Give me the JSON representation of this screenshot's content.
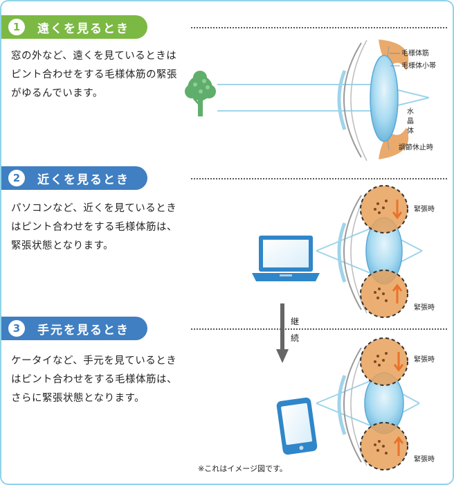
{
  "sections": [
    {
      "number": "1",
      "title": "遠くを見るとき",
      "color": "#7cb944",
      "text": "窓の外など、遠くを見ているときはピント合わせをする毛様体筋の緊張がゆるんでいます。"
    },
    {
      "number": "2",
      "title": "近くを見るとき",
      "color": "#3f7fc2",
      "text": "パソコンなど、近くを見ているときはピント合わせをする毛様体筋は、緊張状態となります。"
    },
    {
      "number": "3",
      "title": "手元を見るとき",
      "color": "#3f7fc2",
      "text": "ケータイなど、手元を見ているときはピント合わせをする毛様体筋は、さらに緊張状態となります。"
    }
  ],
  "eye_labels": {
    "ciliary_muscle": "毛様体筋",
    "zonule": "毛様体小帯",
    "lens": "水晶体",
    "resting": "調節休止時",
    "tension": "緊張時"
  },
  "continuation_label": "継続",
  "note": "※これはイメージ図です。",
  "colors": {
    "border": "#8fd3ea",
    "lens": "#7cc3e8",
    "light_ray": "#9fd4ea",
    "muscle": "#e8a15c",
    "arrow": "#e8732a",
    "tree": "#5fae6b",
    "laptop": "#2f86c9",
    "phone": "#2f86c9"
  }
}
